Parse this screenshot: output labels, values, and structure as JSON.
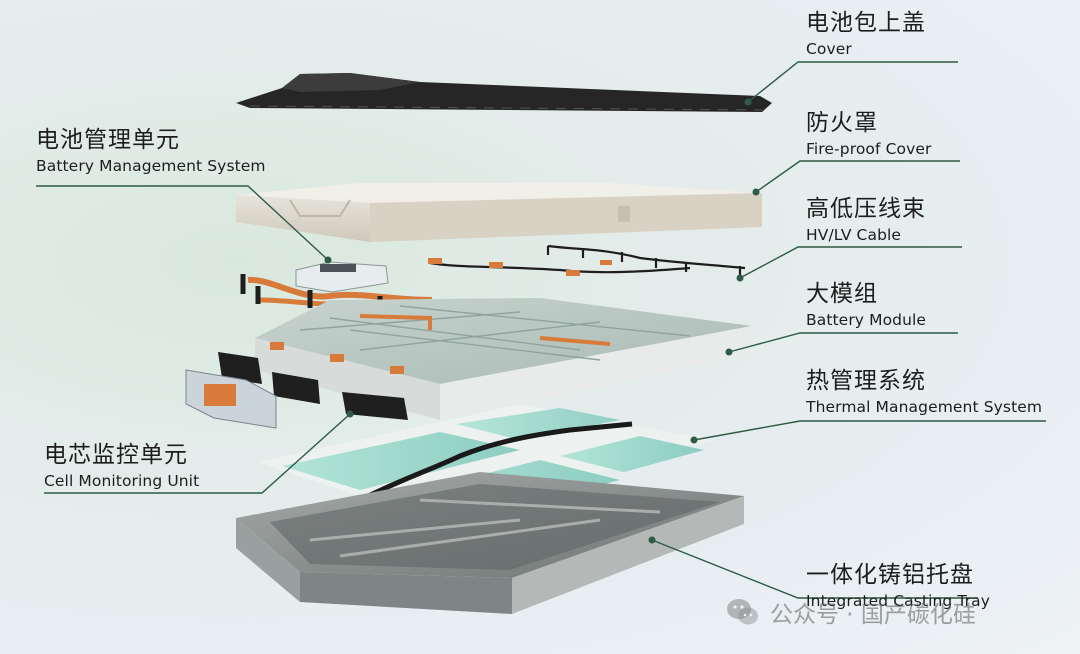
{
  "labels": {
    "cover": {
      "zh": "电池包上盖",
      "en": "Cover"
    },
    "fireproof": {
      "zh": "防火罩",
      "en": "Fire-proof Cover"
    },
    "cable": {
      "zh": "高低压线束",
      "en": "HV/LV Cable"
    },
    "module": {
      "zh": "大模组",
      "en": "Battery Module"
    },
    "thermal": {
      "zh": "热管理系统",
      "en": "Thermal Management System"
    },
    "tray": {
      "zh": "一体化铸铝托盘",
      "en": "Integrated Casting Tray"
    },
    "bms": {
      "zh": "电池管理单元",
      "en": "Battery Management System"
    },
    "cmu": {
      "zh": "电芯监控单元",
      "en": "Cell Monitoring Unit"
    }
  },
  "watermark": {
    "text": "公众号 · 国产碳化硅",
    "icon": "wechat-icon"
  },
  "colors": {
    "leader": "#2f5a45",
    "dot": "#2f5a45",
    "cover": "#2a2a2a",
    "fireproof": "#dcd7cb",
    "module_top": "#b4c3bd",
    "module_side": "#e6e8e6",
    "coolant": "#8fd3c4",
    "tray": "#8c9190",
    "copper": "#d77a3a"
  }
}
